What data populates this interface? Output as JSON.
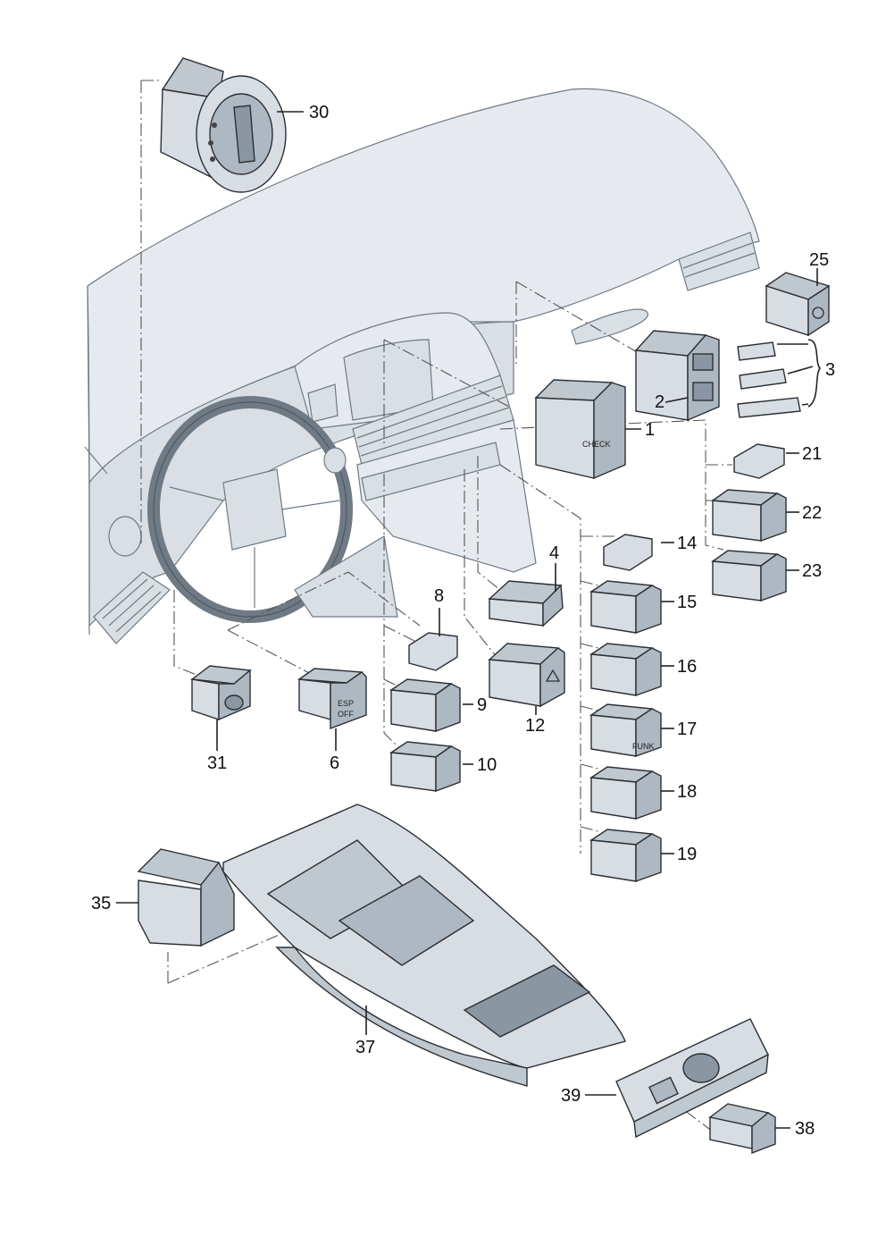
{
  "callouts": {
    "c1": "1",
    "c2": "2",
    "c3": "3",
    "c4": "4",
    "c6": "6",
    "c8": "8",
    "c9": "9",
    "c10": "10",
    "c12": "12",
    "c14": "14",
    "c15": "15",
    "c16": "16",
    "c17": "17",
    "c18": "18",
    "c19": "19",
    "c21": "21",
    "c22": "22",
    "c23": "23",
    "c25": "25",
    "c30": "30",
    "c31": "31",
    "c35": "35",
    "c37": "37",
    "c38": "38",
    "c39": "39"
  },
  "switch_text": {
    "check": "CHECK",
    "esp": "ESP",
    "off": "OFF",
    "funk": "FUNK"
  },
  "colors": {
    "part_fill": "#d7dde3",
    "part_face": "#aeb8c2",
    "outline": "#2b2f33",
    "dashboard": "#e6eaee"
  }
}
